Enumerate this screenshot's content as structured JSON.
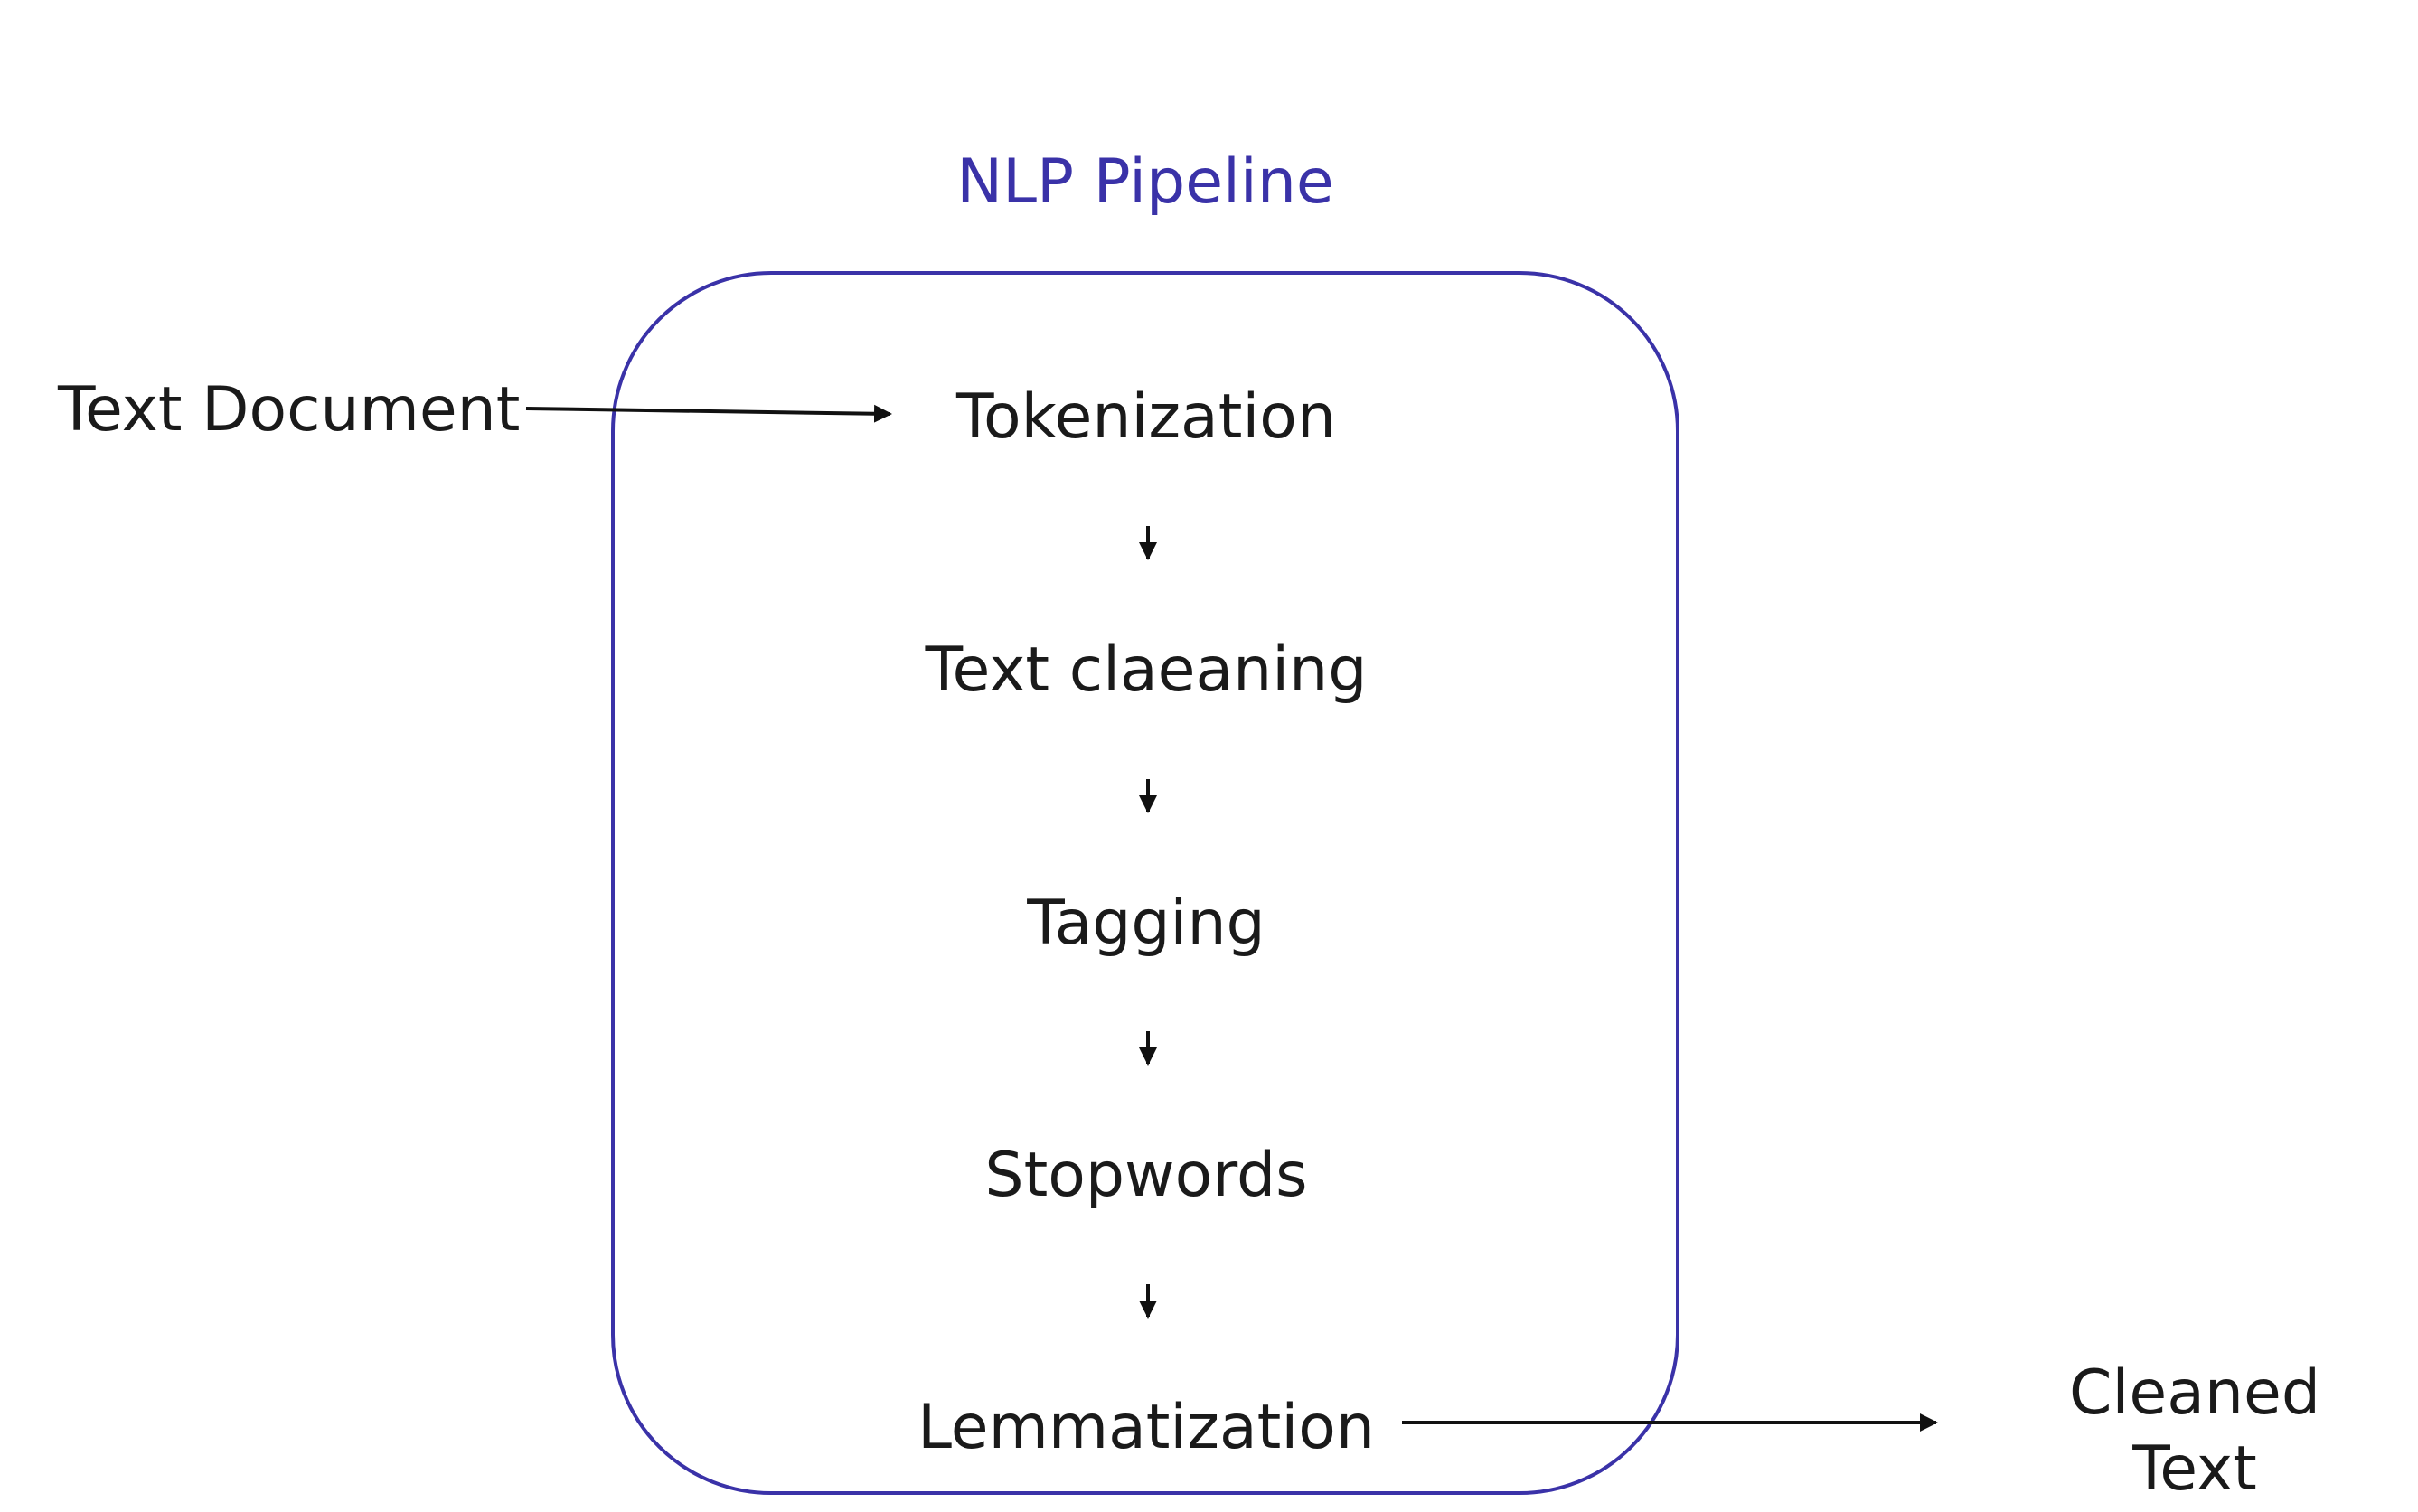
{
  "diagram": {
    "title": "NLP Pipeline",
    "input_label": "Text Document",
    "steps": [
      "Tokenization",
      "Text claeaning",
      "Tagging",
      "Stopwords",
      "Lemmatization"
    ],
    "output_lines": [
      "Cleaned",
      "Text"
    ]
  },
  "colors": {
    "accent": "#3a32a8",
    "text": "#1a1a1a",
    "arrow": "#111111",
    "background": "#ffffff"
  }
}
